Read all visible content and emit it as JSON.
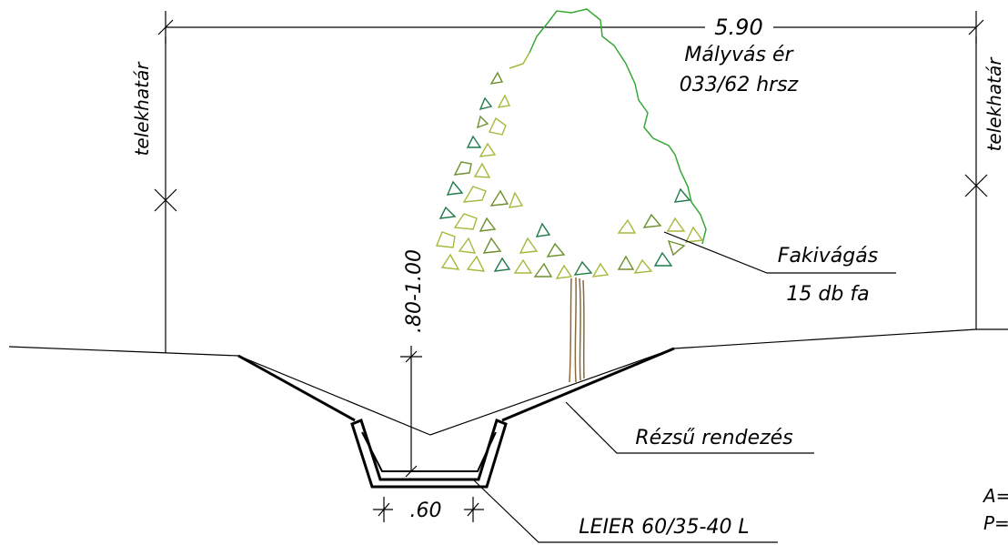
{
  "labels": {
    "width_dim": "5.90",
    "channel_name": "Mályvás ér",
    "parcel": "033/62 hrsz",
    "boundary_left": "telekhatár",
    "boundary_right": "telekhatár",
    "depth_dim": ".80-1.00",
    "bottom_width_dim": ".60",
    "tree_cut_line1": "Fakivágás",
    "tree_cut_line2": "15 db fa",
    "slope_note": "Rézsű rendezés",
    "channel_element": "LEIER 60/35-40 L",
    "edge_A": "A=",
    "edge_P": "P="
  },
  "colors": {
    "line": "#000000",
    "foliage_light": "#a8b83a",
    "foliage_mid": "#6d8f2c",
    "foliage_dark": "#1f7a4a",
    "crown_outline": "#35a835",
    "trunk": "#8b6a3a"
  }
}
